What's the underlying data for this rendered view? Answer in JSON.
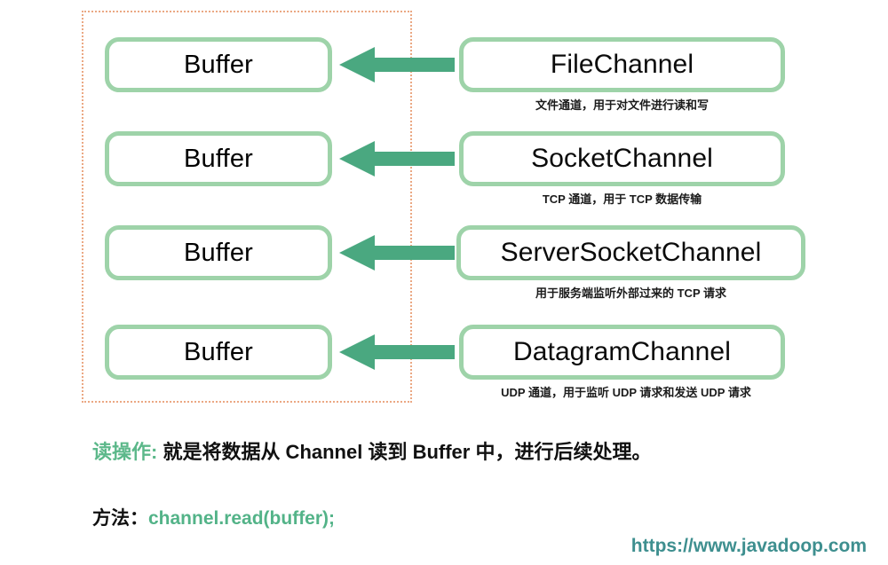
{
  "diagram": {
    "title_hidden": "Java NIO Channel to Buffer read diagram",
    "buffer_group_label": "buffer-group",
    "colors": {
      "box_border_green": "#9ed3a9",
      "arrow_green": "#4aa880",
      "dotted_border_orange": "#eba883",
      "accent_green": "#5cb88a",
      "url_teal": "#3e8f8f",
      "text_black": "#111111",
      "background": "#ffffff"
    },
    "rows": [
      {
        "buffer_label": "Buffer",
        "channel_label": "FileChannel",
        "channel_caption": "文件通道，用于对文件进行读和写",
        "arrow_direction": "left"
      },
      {
        "buffer_label": "Buffer",
        "channel_label": "SocketChannel",
        "channel_caption": "TCP 通道，用于 TCP 数据传输",
        "arrow_direction": "left"
      },
      {
        "buffer_label": "Buffer",
        "channel_label": "ServerSocketChannel",
        "channel_caption": "用于服务端监听外部过来的 TCP 请求",
        "arrow_direction": "left"
      },
      {
        "buffer_label": "Buffer",
        "channel_label": "DatagramChannel",
        "channel_caption": "UDP 通道，用于监听 UDP 请求和发送 UDP 请求",
        "arrow_direction": "left"
      }
    ]
  },
  "notes": {
    "read_label": "读操作:",
    "read_text": " 就是将数据从 Channel 读到 Buffer 中，进行后续处理。",
    "method_label": "方法：",
    "method_code": "channel.read(buffer);"
  },
  "footer": {
    "url": "https://www.javadoop.com"
  }
}
